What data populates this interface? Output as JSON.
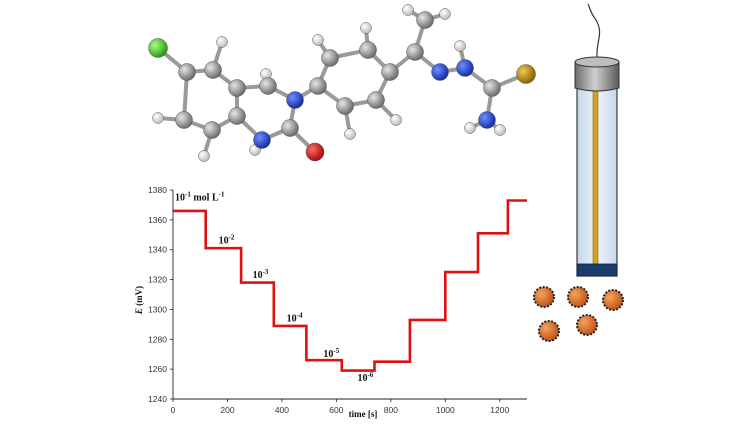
{
  "molecule": {
    "colors": {
      "carbon": "#8a8a8a",
      "hydrogen": "#f2f2f2",
      "nitrogen": "#1f3fd1",
      "oxygen": "#d01818",
      "chlorine": "#4ed12a",
      "sulfur": "#b08a10"
    }
  },
  "electrode": {
    "colors": {
      "tube": "#d9e4f0",
      "cap": "#8c8c8c",
      "wire": "#d4a020",
      "base": "#1b3c6e",
      "particles": "#e2772a"
    }
  },
  "chart_data": {
    "type": "line",
    "step": true,
    "x": [
      0,
      120,
      120,
      250,
      250,
      370,
      370,
      490,
      490,
      620,
      620,
      740,
      740,
      870,
      870,
      1000,
      1000,
      1120,
      1120,
      1230,
      1230,
      1300
    ],
    "y": [
      1366,
      1366,
      1341,
      1341,
      1318,
      1318,
      1289,
      1289,
      1266,
      1266,
      1259,
      1259,
      1265,
      1265,
      1293,
      1293,
      1325,
      1325,
      1351,
      1351,
      1373,
      1373
    ],
    "xlim": [
      0,
      1300
    ],
    "ylim": [
      1240,
      1380
    ],
    "xticks": [
      "0",
      "200",
      "400",
      "600",
      "800",
      "1000",
      "1200"
    ],
    "yticks": [
      "1380",
      "1360",
      "1340",
      "1320",
      "1300",
      "1280",
      "1260",
      "1240"
    ],
    "xlabel": "time [s]",
    "ylabel_italic": "E",
    "ylabel_unit": "(mV)",
    "line_color": "#e01010",
    "annotations": [
      {
        "base": "10",
        "exp": "-1",
        "suffix": " mol L",
        "suffix_exp": "-1",
        "x": 0,
        "y": 1373
      },
      {
        "base": "10",
        "exp": "-2",
        "suffix": "",
        "suffix_exp": "",
        "x": 160,
        "y": 1344
      },
      {
        "base": "10",
        "exp": "-3",
        "suffix": "",
        "suffix_exp": "",
        "x": 285,
        "y": 1321
      },
      {
        "base": "10",
        "exp": "-4",
        "suffix": "",
        "suffix_exp": "",
        "x": 410,
        "y": 1292
      },
      {
        "base": "10",
        "exp": "-5",
        "suffix": "",
        "suffix_exp": "",
        "x": 545,
        "y": 1268
      },
      {
        "base": "10",
        "exp": "-6",
        "suffix": "",
        "suffix_exp": "",
        "x": 670,
        "y": 1252
      }
    ]
  }
}
